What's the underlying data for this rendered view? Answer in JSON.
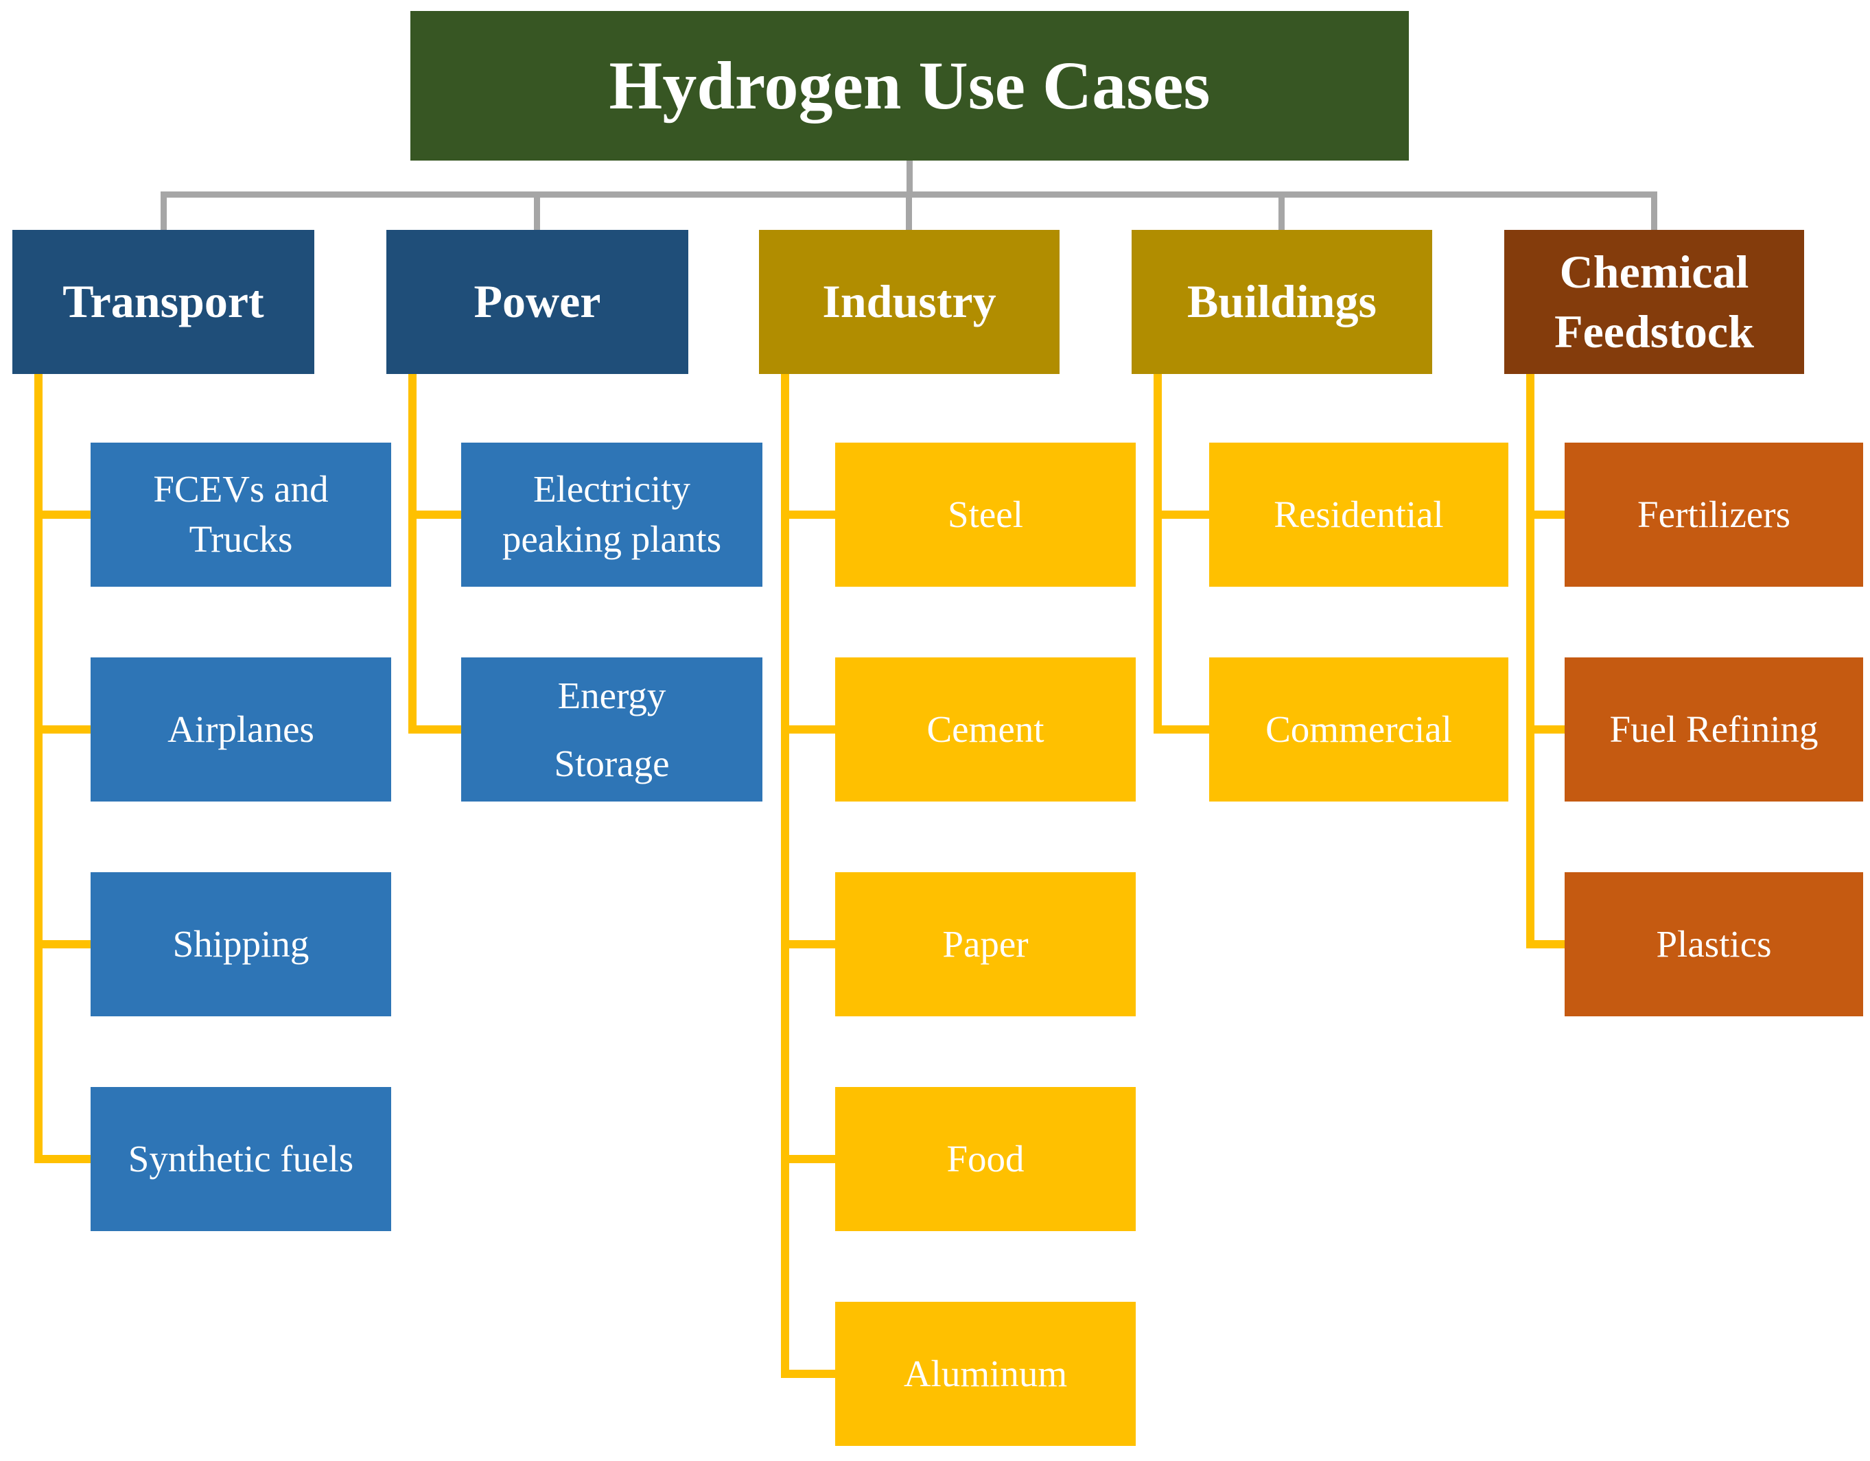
{
  "title": "Hydrogen Use Cases",
  "colors": {
    "title_bg": "#375623",
    "transport_header_bg": "#1F4E79",
    "power_header_bg": "#1F4E79",
    "industry_header_bg": "#B18D00",
    "buildings_header_bg": "#B18D00",
    "chemical_header_bg": "#843C0C",
    "transport_child_bg": "#2E75B6",
    "power_child_bg": "#2E75B6",
    "industry_child_bg": "#FFC000",
    "buildings_child_bg": "#FFC000",
    "chemical_child_bg": "#C55A11",
    "root_connector": "#A6A6A6",
    "branch_connector": "#FFC000",
    "text": "#FFFFFF"
  },
  "columns": [
    {
      "label": "Transport",
      "children": [
        "FCEVs and\nTrucks",
        "Airplanes",
        "Shipping",
        "Synthetic fuels"
      ]
    },
    {
      "label": "Power",
      "children": [
        "Electricity\npeaking plants",
        "Energy\nStorage"
      ]
    },
    {
      "label": "Industry",
      "children": [
        "Steel",
        "Cement",
        "Paper",
        "Food",
        "Aluminum"
      ]
    },
    {
      "label": "Buildings",
      "children": [
        "Residential",
        "Commercial"
      ]
    },
    {
      "label": "Chemical Feedstock",
      "children": [
        "Fertilizers",
        "Fuel Refining",
        "Plastics"
      ]
    }
  ]
}
